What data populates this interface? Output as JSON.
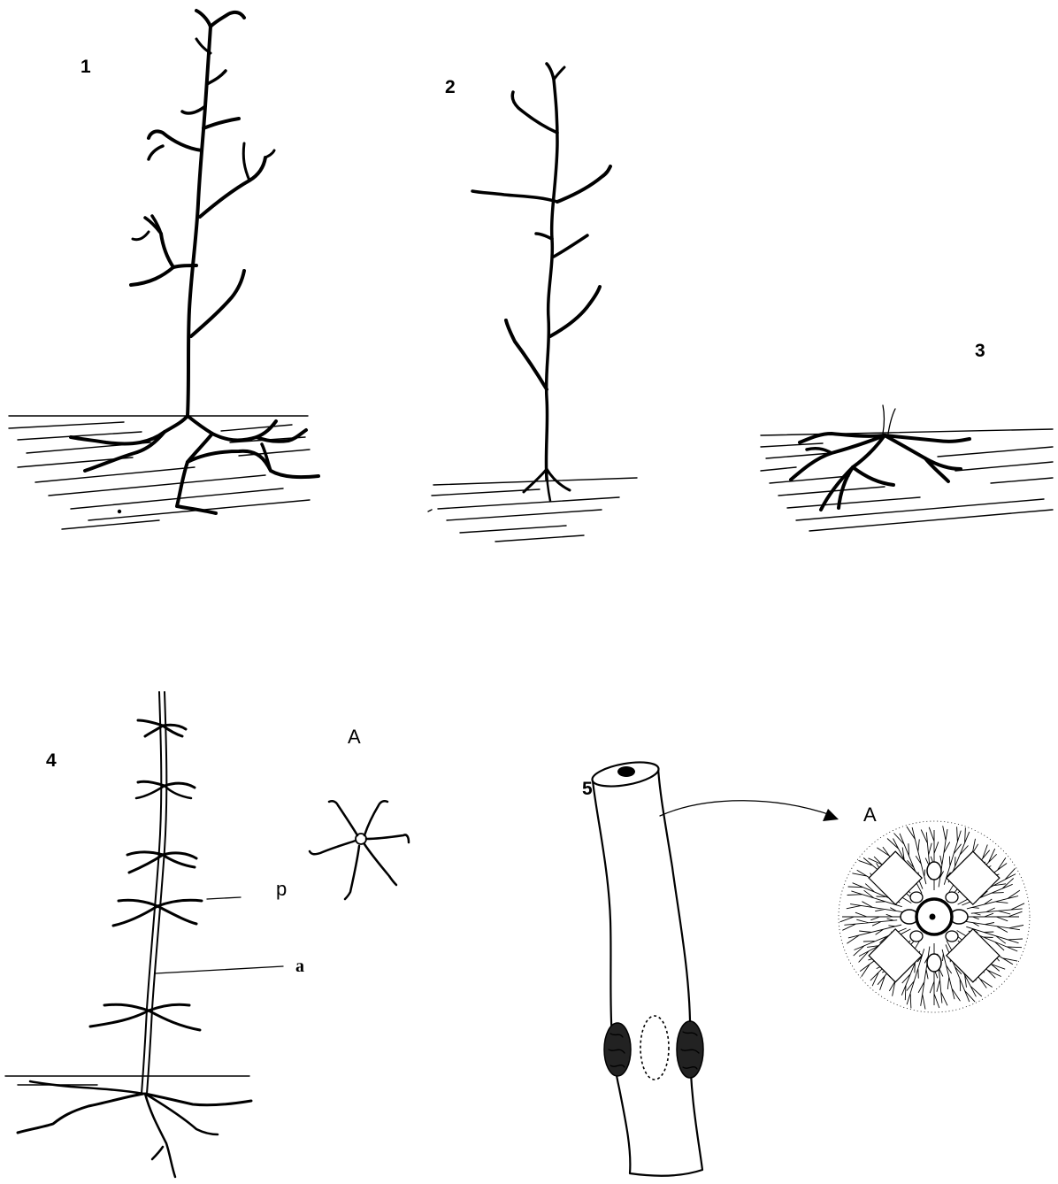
{
  "figure": {
    "panels": [
      {
        "label": "1",
        "icon": "branching-mycelium-with-substrate-hyphae"
      },
      {
        "label": "2",
        "icon": "aerial-branching-hypha-with-rhizoids"
      },
      {
        "label": "3",
        "icon": "substrate-mycelium"
      },
      {
        "label": "4",
        "icon": "whorled-branching-hypha",
        "labels": {
          "inset": "A",
          "p": "p",
          "a": "a"
        }
      },
      {
        "label": "5",
        "icon": "hypha-segment-with-sporangia",
        "labels": {
          "inset": "A"
        }
      }
    ],
    "colors": {
      "ink": "#000000",
      "background": "#ffffff"
    }
  }
}
